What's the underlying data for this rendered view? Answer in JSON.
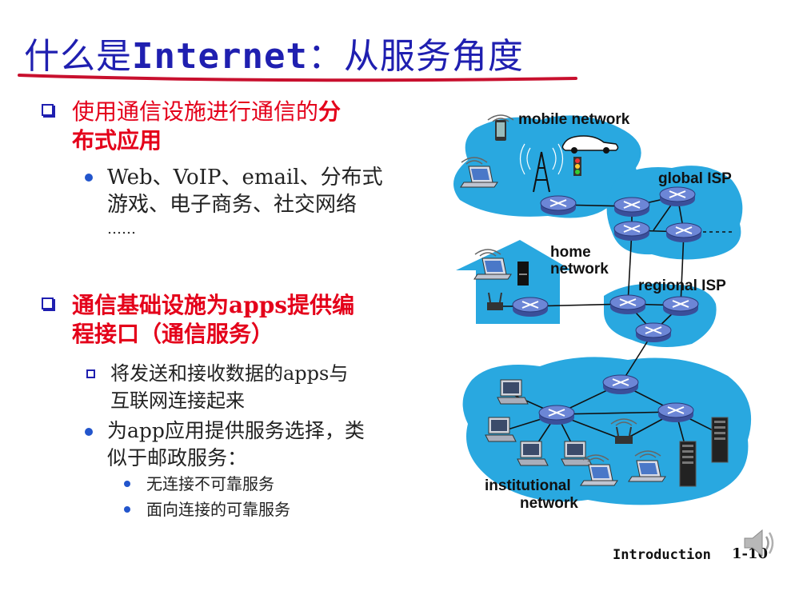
{
  "title": {
    "pre": "什么是",
    "latin": "Internet",
    "post": "：从服务角度"
  },
  "bullets": {
    "b1": {
      "text_normal": "使用通信设施进行通信的",
      "text_bold": "分",
      "line2": "布式应用"
    },
    "b1_sub1": {
      "line1": "Web、VoIP、email、分布式",
      "line2": "游戏、电子商务、社交网络",
      "line3": "……"
    },
    "b2": {
      "line1": "通信基础设施为apps提供编",
      "line2": "程接口（通信服务）"
    },
    "b2_sub1": {
      "line1": "将发送和接收数据的apps与",
      "line2": "互联网连接起来"
    },
    "b2_sub2": {
      "line1": "为app应用提供服务选择，类",
      "line2": "似于邮政服务："
    },
    "b2_sub2_items": [
      "无连接不可靠服务",
      "面向连接的可靠服务"
    ]
  },
  "diagram_labels": {
    "mobile": "mobile network",
    "global": "global ISP",
    "home1": "home",
    "home2": "network",
    "regional": "regional ISP",
    "inst1": "institutional",
    "inst2": "network"
  },
  "footer": {
    "label": "Introduction",
    "page": "1-10"
  },
  "colors": {
    "title": "#1f1fb0",
    "accent": "#e4001a",
    "cloud": "#29a8e0"
  }
}
